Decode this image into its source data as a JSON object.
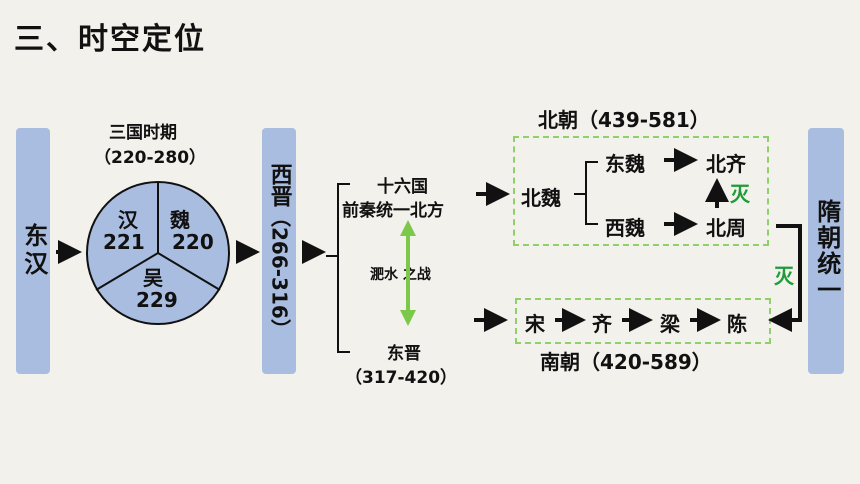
{
  "title": "三、时空定位",
  "east_han": "东汉",
  "three_kingdoms": {
    "label": "三国时期",
    "years": "（220-280）",
    "han": {
      "name": "汉",
      "year": "221"
    },
    "wei": {
      "name": "魏",
      "year": "220"
    },
    "wu": {
      "name": "吴",
      "year": "229"
    }
  },
  "western_jin": {
    "name": "西晋",
    "years": "（266-316）"
  },
  "sixteen_kingdoms": {
    "line1": "十六国",
    "line2": "前秦统一北方"
  },
  "battle": "淝水 之战",
  "eastern_jin": {
    "name": "东晋",
    "years": "（317-420）"
  },
  "northern": {
    "title": "北朝（439-581）",
    "bei_wei": "北魏",
    "dong_wei": "东魏",
    "xi_wei": "西魏",
    "bei_qi": "北齐",
    "bei_zhou": "北周",
    "mie": "灭"
  },
  "southern": {
    "title": "南朝（420-589）",
    "song": "宋",
    "qi": "齐",
    "liang": "梁",
    "chen": "陈",
    "mie": "灭"
  },
  "sui": "隋朝统一",
  "colors": {
    "bar": "#a9bde0",
    "accent_green": "#1f9b3a",
    "dashed": "#8fd06a",
    "arrow": "#111111"
  }
}
